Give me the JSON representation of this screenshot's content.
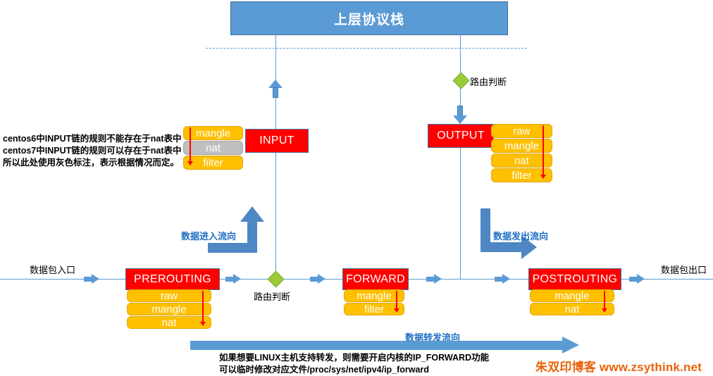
{
  "title": {
    "text": "上层协议栈"
  },
  "chains": {
    "input": {
      "label": "INPUT",
      "tables": [
        "mangle",
        "nat",
        "filter"
      ]
    },
    "output": {
      "label": "OUTPUT",
      "tables": [
        "raw",
        "mangle",
        "nat",
        "filter"
      ]
    },
    "prerouting": {
      "label": "PREROUTING",
      "tables": [
        "raw",
        "mangle",
        "nat"
      ]
    },
    "forward": {
      "label": "FORWARD",
      "tables": [
        "mangle",
        "filter"
      ]
    },
    "postrouting": {
      "label": "POSTROUTING",
      "tables": [
        "mangle",
        "nat"
      ]
    }
  },
  "decisions": {
    "top": "路由判断",
    "bottom": "路由判断"
  },
  "edges": {
    "packet_in": "数据包入口",
    "packet_out": "数据包出口"
  },
  "flows": {
    "incoming": "数据进入流向",
    "outgoing": "数据发出流向",
    "forwarding": "数据转发流向"
  },
  "annotation": {
    "line1": "centos6中INPUT链的规则不能存在于nat表中",
    "line2": "centos7中INPUT链的规则可以存在于nat表中",
    "line3": "所以此处使用灰色标注，表示根据情况而定。"
  },
  "footer": {
    "line1": "如果想要LINUX主机支持转发，则需要开启内核的IP_FORWARD功能",
    "line2": "可以临时修改对应文件/proc/sys/net/ipv4/ip_forward"
  },
  "watermark": {
    "text": "朱双印博客 www.zsythink.net"
  },
  "colors": {
    "chain_red": "#FF0000",
    "table_orange": "#FFC000",
    "table_gray": "#BFBFBF",
    "line_blue": "#5B9BD5",
    "flow_blue": "#4F87C4",
    "diamond_green": "#9BCB3B",
    "watermark_orange": "#E8630A",
    "arrow_red": "#FF0000"
  }
}
